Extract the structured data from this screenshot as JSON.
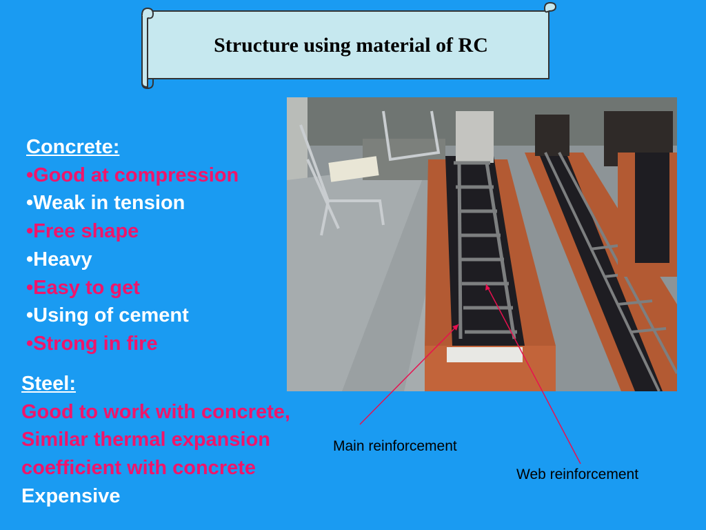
{
  "title": "Structure using material of RC",
  "concrete": {
    "heading": "Concrete:",
    "items": [
      {
        "text": "•Good at compression",
        "color": "#f0156a"
      },
      {
        "text": "•Weak in tension",
        "color": "#ffffff"
      },
      {
        "text": "•Free shape",
        "color": "#f0156a"
      },
      {
        "text": "•Heavy",
        "color": "#ffffff"
      },
      {
        "text": "•Easy to get",
        "color": "#f0156a"
      },
      {
        "text": "•Using of cement",
        "color": "#ffffff"
      },
      {
        "text": "•Strong in fire",
        "color": "#f0156a"
      }
    ]
  },
  "steel": {
    "heading": "Steel:",
    "lines": [
      "Good to work with concrete,",
      "Similar  thermal expansion",
      "coefficient with concrete",
      "Expensive"
    ]
  },
  "captions": {
    "main": "Main reinforcement",
    "web": "Web reinforcement"
  },
  "photo": {
    "icon": "rebar-cage-photo"
  },
  "colors": {
    "background": "#1a9bf2",
    "banner": "#c6e8ef",
    "accent": "#f0156a"
  }
}
